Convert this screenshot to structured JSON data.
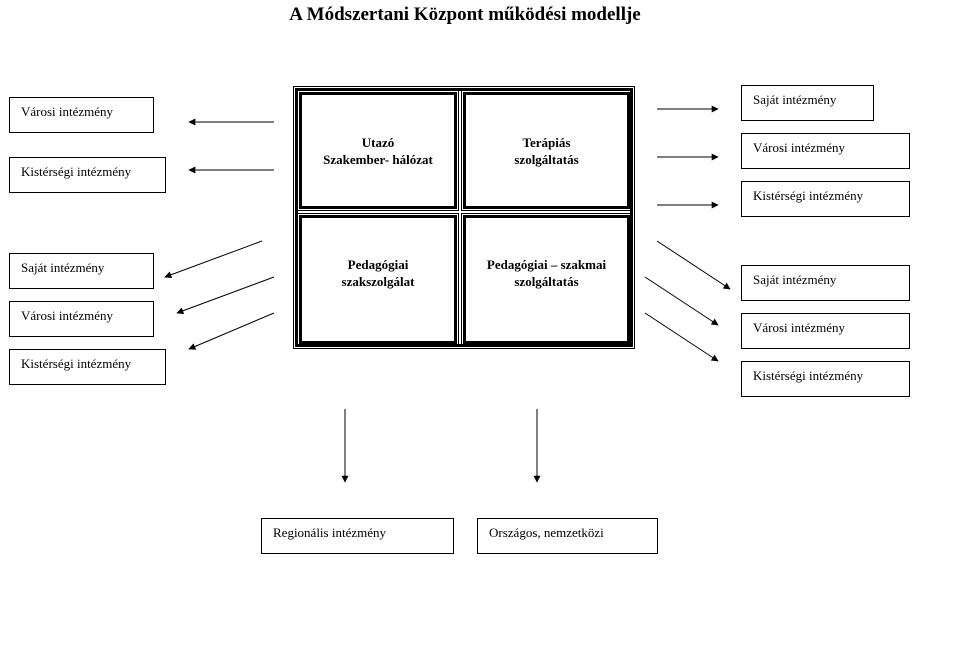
{
  "title": "A Módszertani Központ működési modellje",
  "center": {
    "top_left": [
      "Utazó",
      "Szakember- hálózat"
    ],
    "top_right": [
      "Terápiás",
      "szolgáltatás"
    ],
    "bottom_left": [
      "Pedagógiai",
      "szakszolgálat"
    ],
    "bottom_right": [
      "Pedagógiai – szakmai",
      "szolgáltatás"
    ]
  },
  "left_top": [
    "Városi intézmény",
    "Kistérségi intézmény"
  ],
  "left_bottom": [
    "Saját intézmény",
    "Városi intézmény",
    "Kistérségi intézmény"
  ],
  "right_top": [
    "Saját intézmény",
    "Városi intézmény",
    "Kistérségi intézmény"
  ],
  "right_bottom": [
    "Saját intézmény",
    "Városi intézmény",
    "Kistérségi intézmény"
  ],
  "bottom": [
    "Regionális intézmény",
    "Országos, nemzetközi"
  ]
}
